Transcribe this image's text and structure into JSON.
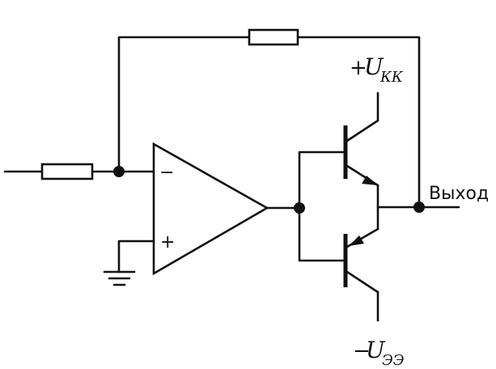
{
  "diagram": {
    "output_label": "Выход",
    "positive_supply": {
      "sign": "+",
      "symbol": "U",
      "subscript": "КК"
    },
    "negative_supply": {
      "sign": "−",
      "symbol": "U",
      "subscript": "ЭЭ"
    },
    "opamp": {
      "inverting_sign": "−",
      "noninverting_sign": "+"
    }
  }
}
